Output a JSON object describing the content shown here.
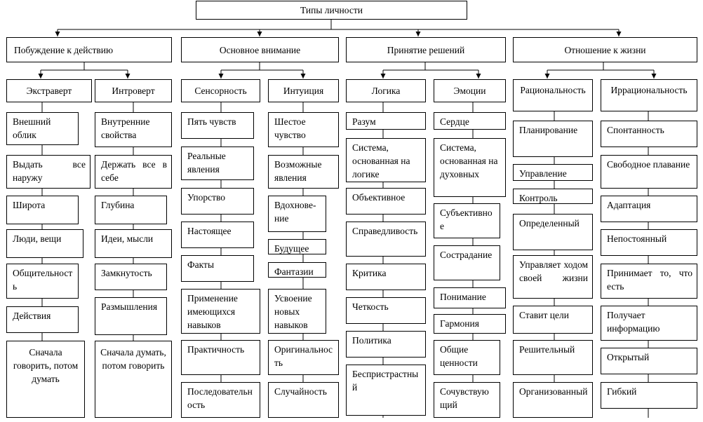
{
  "root": "Типы личности",
  "categories": [
    {
      "label": "Побуждение к действию",
      "types": [
        {
          "label": "Экстраверт",
          "items": [
            "Внешний облик",
            "Выдать все наружу",
            "Широта",
            "Люди, вещи",
            "Общительность",
            "Действия",
            "Сначала говорить, потом думать"
          ]
        },
        {
          "label": "Интроверт",
          "items": [
            "Внутренние свойства",
            "Держать все в себе",
            "Глубина",
            "Идеи, мысли",
            "Замкнутость",
            "Размышления",
            "Сначала думать, потом говорить"
          ]
        }
      ]
    },
    {
      "label": "Основное внимание",
      "types": [
        {
          "label": "Сенсорность",
          "items": [
            "Пять чувств",
            "Реальные явления",
            "Упорство",
            "Настоящее",
            "Факты",
            "Применение имеющихся навыков",
            "Практичность",
            "Последовательность"
          ]
        },
        {
          "label": "Интуиция",
          "items": [
            "Шестое чувство",
            "Возможные явления",
            "Вдохнове-ние",
            "Будущее",
            "Фантазии",
            "Усвоение новых навыков",
            "Оригинальность",
            "Случайность"
          ]
        }
      ]
    },
    {
      "label": "Принятие решений",
      "types": [
        {
          "label": "Логика",
          "items": [
            "Разум",
            "Система, основанная на логике",
            "Объективное",
            "Справедливость",
            "Критика",
            "Четкость",
            "Политика",
            "Беспристрастный"
          ]
        },
        {
          "label": "Эмоции",
          "items": [
            "Сердце",
            "Система, основанная на духовных",
            "Субъективное",
            "Сострадание",
            "Понимание",
            "Гармония",
            "Общие ценности",
            "Сочувствующий"
          ]
        }
      ]
    },
    {
      "label": "Отношение к жизни",
      "types": [
        {
          "label": "Рациональность",
          "items": [
            "Планирование",
            "Управление",
            "Контроль",
            "Определенный",
            "Управляет ходом своей жизни",
            "Ставит цели",
            "Решительный",
            "Организованный"
          ]
        },
        {
          "label": "Иррациональность",
          "items": [
            "Спонтанность",
            "Свободное плавание",
            "Адаптация",
            "Непостоянный",
            "Принимает то, что есть",
            "Получает информацию",
            "Открытый",
            "Гибкий"
          ]
        }
      ]
    }
  ]
}
